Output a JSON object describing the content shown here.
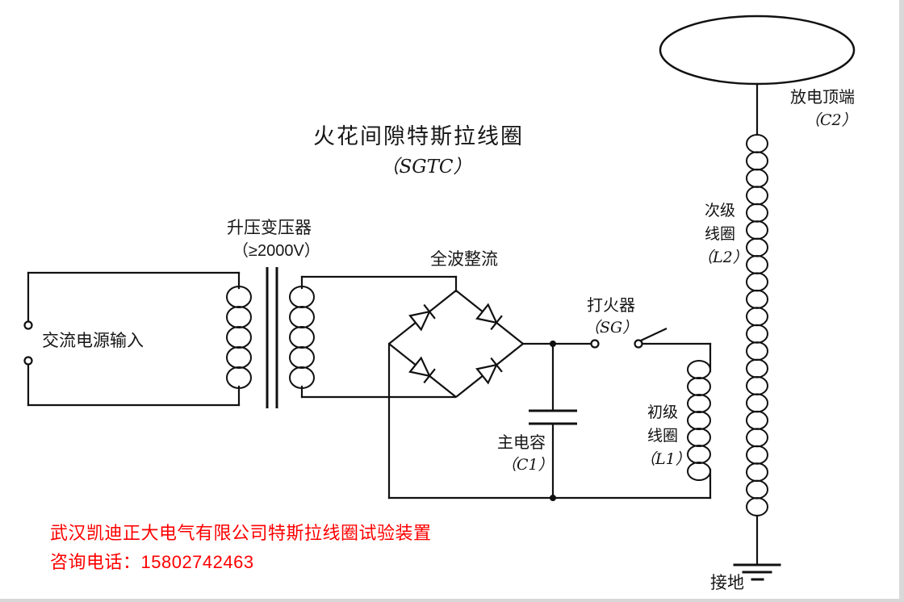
{
  "diagram": {
    "title": "火花间隙特斯拉线圈",
    "subtitle": "（SGTC）",
    "labels": {
      "ac_input": "交流电源输入",
      "transformer": "升压变压器",
      "transformer_spec": "（≥2000V）",
      "rectifier": "全波整流",
      "capacitor": "主电容",
      "capacitor_ref": "（C1）",
      "spark_gap": "打火器",
      "spark_gap_ref": "（SG）",
      "primary_coil_line1": "初级",
      "primary_coil_line2": "线圈",
      "primary_coil_ref": "（L1）",
      "secondary_coil_line1": "次级",
      "secondary_coil_line2": "线圈",
      "secondary_coil_ref": "（L2）",
      "top_terminal": "放电顶端",
      "top_terminal_ref": "（C2）",
      "ground": "接地"
    },
    "footer": {
      "company": "武汉凯迪正大电气有限公司特斯拉线圈试验装置",
      "phone": "咨询电话：15802742463"
    },
    "colors": {
      "line": "#111111",
      "footer_text": "#fe0000"
    }
  }
}
